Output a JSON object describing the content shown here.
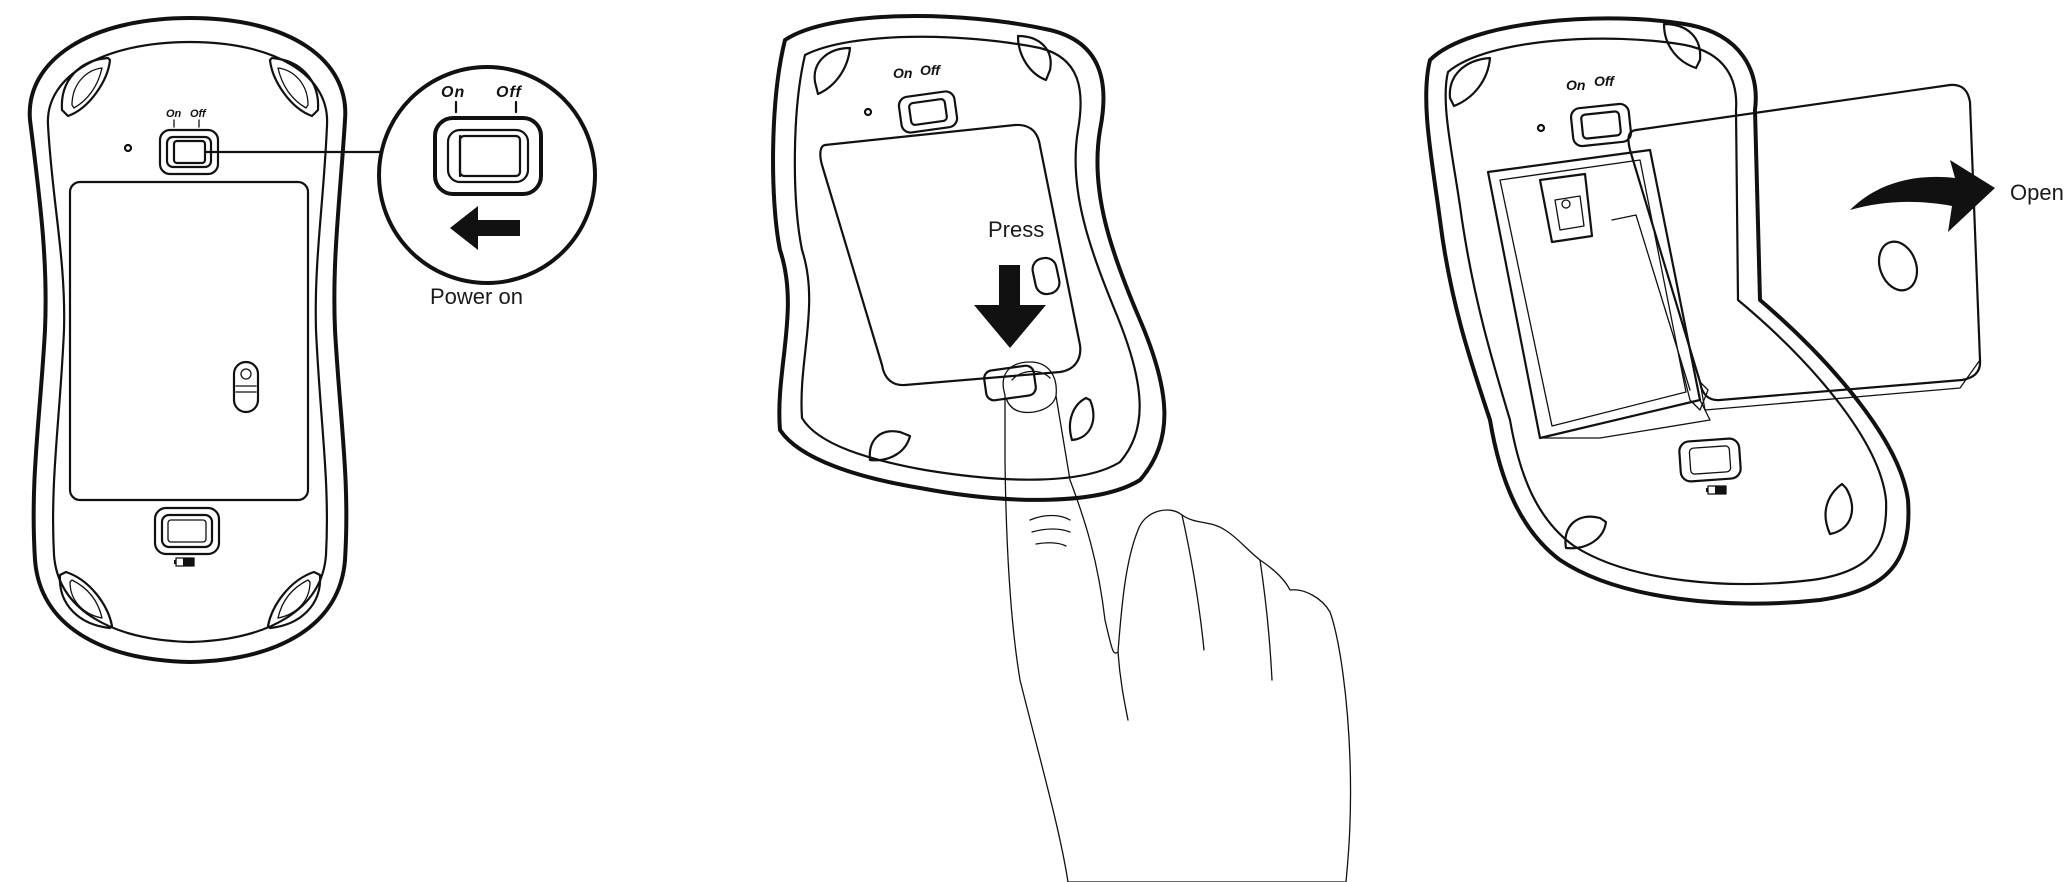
{
  "steps": [
    {
      "id": "power",
      "label": "Power on"
    },
    {
      "id": "press",
      "label": "Press"
    },
    {
      "id": "open",
      "label": "Open"
    }
  ],
  "switch": {
    "on_label": "On",
    "off_label": "Off"
  },
  "colors": {
    "ink": "#111111",
    "background": "#ffffff"
  }
}
